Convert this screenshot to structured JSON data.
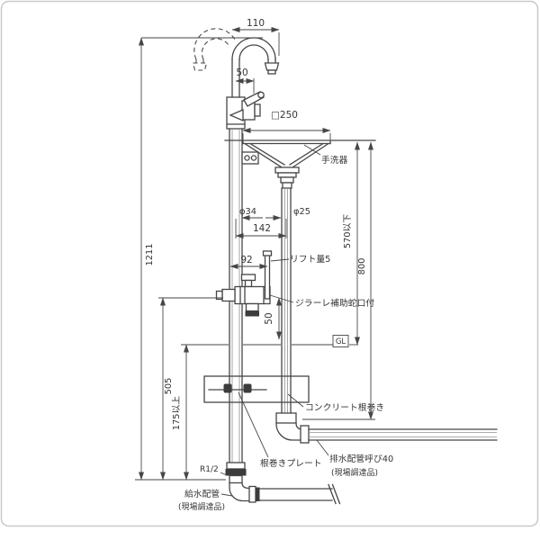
{
  "labels": {
    "dim_110": "110",
    "dim_50_spout": "50",
    "dim_square_250": "□250",
    "basin": "手洗器",
    "dia_pole": "φ34",
    "dia_drain": "φ25",
    "dim_142": "142",
    "dim_92": "92",
    "lift_stroke": "リフト量5",
    "aux_faucet": "ジラーレ補助蛇口付",
    "dim_50_lower": "50",
    "gl": "GL",
    "dim_570_max": "570以下",
    "dim_800": "800",
    "dim_1211": "1211",
    "dim_505": "505",
    "dim_175_min": "175以上",
    "concrete_base": "コンクリート根巻き",
    "base_plate": "根巻きプレート",
    "drain_pipe": "排水配管呼び40",
    "drain_pipe_note": "(現場調達品)",
    "supply_thread": "R1/2",
    "supply_pipe": "給水配管",
    "supply_pipe_note": "(現場調達品)"
  },
  "colors": {
    "line": "#464646",
    "background": "#ffffff",
    "frame": "#c9c9c9",
    "dark_fill": "#3c3c3c"
  }
}
